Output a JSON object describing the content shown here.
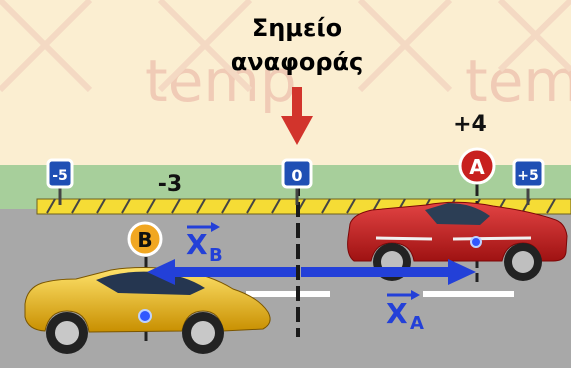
{
  "reference": {
    "line1": "Σημείο",
    "line2": "αναφοράς"
  },
  "markers": {
    "minus5": "-5",
    "zero": "0",
    "plus5": "+5"
  },
  "positions": {
    "a_value": "+4",
    "b_value": "-3"
  },
  "points": {
    "a_label": "A",
    "b_label": "B"
  },
  "vectors": {
    "xa_letter": "X",
    "xa_sub": "A",
    "xb_letter": "X",
    "xb_sub": "B"
  },
  "watermark": {
    "text": "temp"
  },
  "colors": {
    "background": "#fbeed1",
    "grass": "#a7cf9b",
    "road": "#a8a8a8",
    "curb": "#f5dc35",
    "marker_box": "#1f4fb4",
    "point_a": "#c8201f",
    "point_b": "#f1a722",
    "vector": "#2340d8",
    "reference_arrow": "#d2342c",
    "car_a": "#c9151a",
    "car_b": "#f2c411"
  }
}
